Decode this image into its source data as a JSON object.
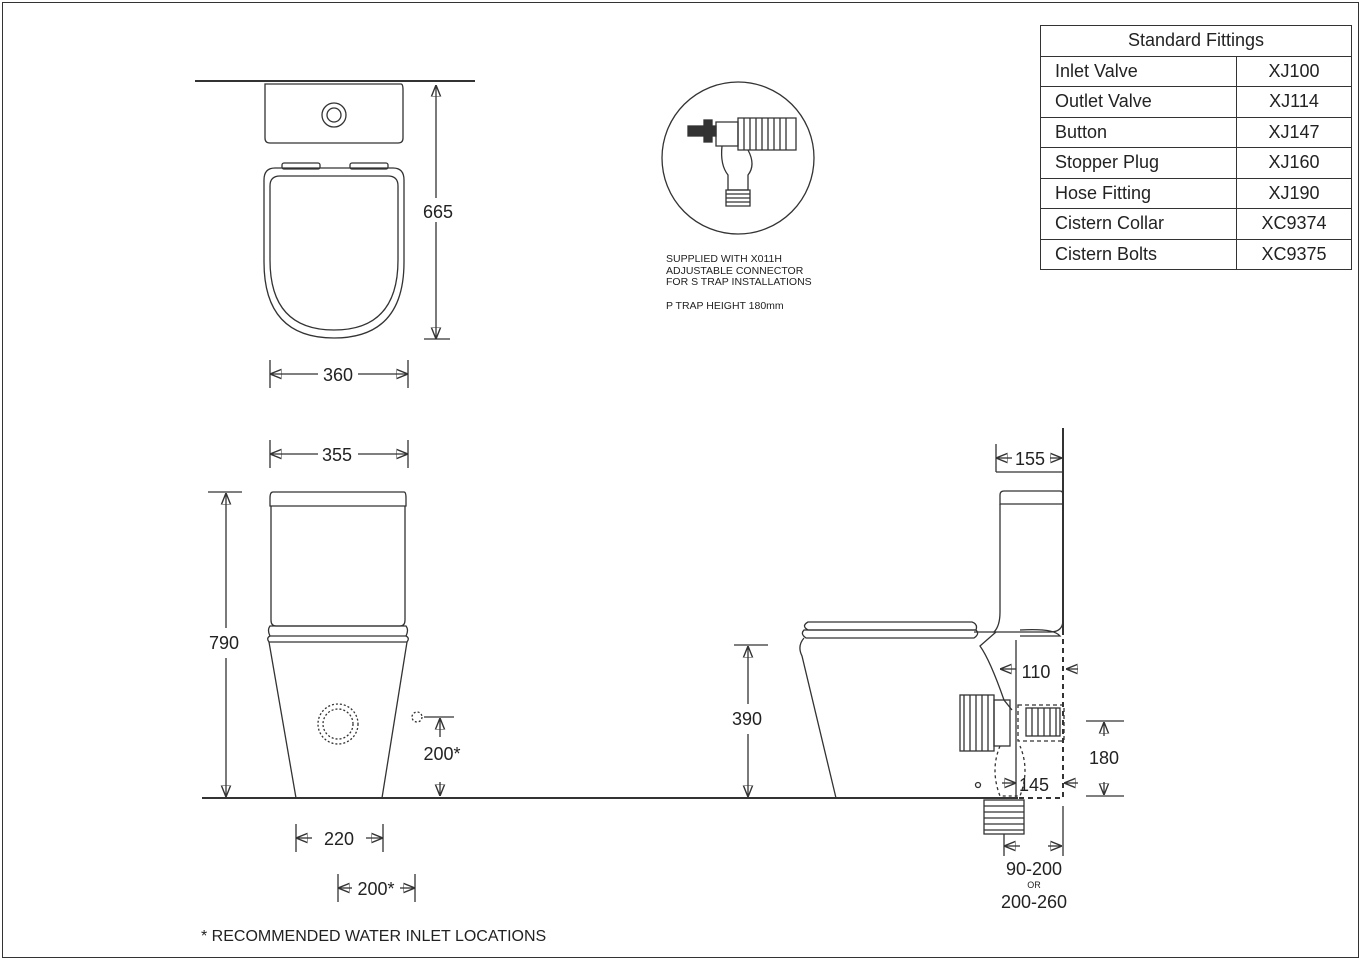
{
  "fittings": {
    "title": "Standard Fittings",
    "rows": [
      {
        "name": "Inlet Valve",
        "code": "XJ100"
      },
      {
        "name": "Outlet Valve",
        "code": "XJ114"
      },
      {
        "name": "Button",
        "code": "XJ147"
      },
      {
        "name": "Stopper Plug",
        "code": "XJ160"
      },
      {
        "name": "Hose Fitting",
        "code": "XJ190"
      },
      {
        "name": "Cistern Collar",
        "code": "XC9374"
      },
      {
        "name": "Cistern Bolts",
        "code": "XC9375"
      }
    ]
  },
  "connector": {
    "line1": "SUPPLIED WITH X011H",
    "line2": "ADJUSTABLE CONNECTOR",
    "line3": "FOR S TRAP INSTALLATIONS",
    "line4": "P TRAP HEIGHT 180mm"
  },
  "dimensions": {
    "top_depth": "665",
    "top_width": "360",
    "front_width": "355",
    "front_height": "790",
    "front_inlet_height": "200*",
    "front_base_width": "220",
    "front_inlet_offset": "200*",
    "side_top_offset": "155",
    "side_seat_height": "390",
    "side_outlet_offset": "110",
    "side_ptrap_height": "180",
    "side_145": "145",
    "side_set_out_1": "90-200",
    "side_or": "OR",
    "side_set_out_2": "200-260"
  },
  "footnote": "* RECOMMENDED WATER INLET LOCATIONS"
}
